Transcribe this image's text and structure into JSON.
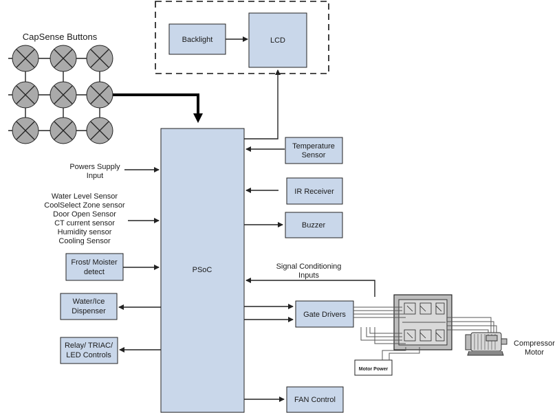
{
  "title": "CapSense Buttons",
  "blocks": {
    "backlight": "Backlight",
    "lcd": "LCD",
    "psoc": "PSoC",
    "temperature": [
      "Temperature",
      "Sensor"
    ],
    "ir": "IR Receiver",
    "buzzer": "Buzzer",
    "gate_drivers": "Gate Drivers",
    "fan": "FAN Control",
    "frost": [
      "Frost/ Moister",
      "detect"
    ],
    "water_ice": [
      "Water/Ice",
      "Dispenser"
    ],
    "relay": [
      "Relay/ TRIAC/",
      "LED Controls"
    ],
    "motor_power": "Motor Power"
  },
  "labels": {
    "power_supply": [
      "Powers Supply",
      "Input"
    ],
    "sensors": [
      "Water Level Sensor",
      "CoolSelect Zone sensor",
      "Door Open Sensor",
      "CT current sensor",
      "Humidity sensor",
      "Cooling Sensor"
    ],
    "signal_conditioning": [
      "Signal Conditioning",
      "Inputs"
    ],
    "compressor": [
      "Compressor",
      "Motor"
    ]
  },
  "capsense_grid": {
    "rows": 3,
    "cols": 3
  }
}
